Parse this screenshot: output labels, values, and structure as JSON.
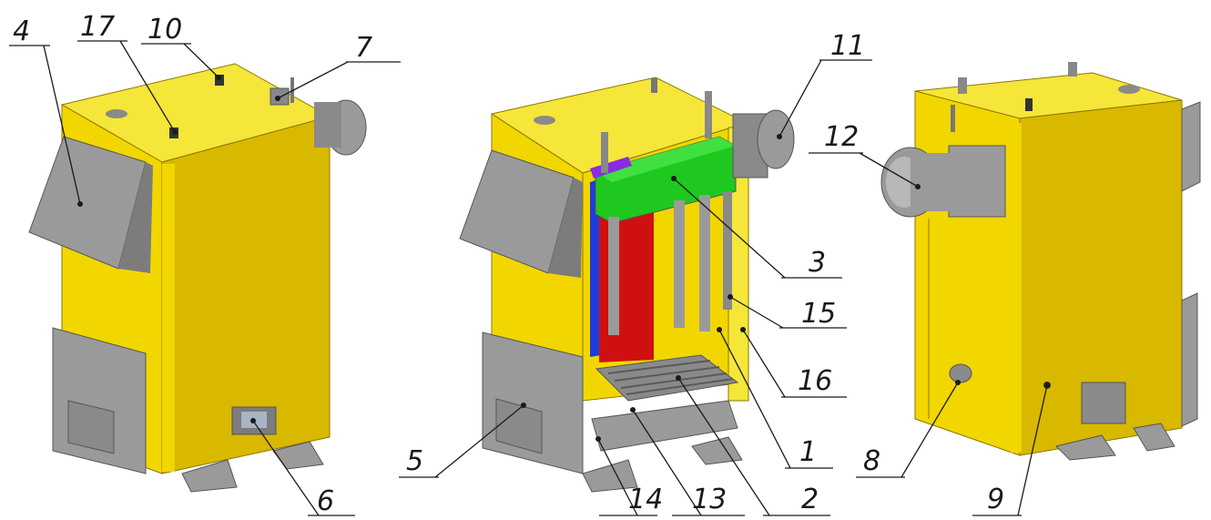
{
  "figure": {
    "callouts": [
      {
        "id": "c4",
        "label": "4"
      },
      {
        "id": "c17",
        "label": "17"
      },
      {
        "id": "c10",
        "label": "10"
      },
      {
        "id": "c7",
        "label": "7"
      },
      {
        "id": "c6",
        "label": "6"
      },
      {
        "id": "c11",
        "label": "11"
      },
      {
        "id": "c3",
        "label": "3"
      },
      {
        "id": "c15",
        "label": "15"
      },
      {
        "id": "c16",
        "label": "16"
      },
      {
        "id": "c1",
        "label": "1"
      },
      {
        "id": "c2",
        "label": "2"
      },
      {
        "id": "c13",
        "label": "13"
      },
      {
        "id": "c14",
        "label": "14"
      },
      {
        "id": "c5",
        "label": "5"
      },
      {
        "id": "c12",
        "label": "12"
      },
      {
        "id": "c8",
        "label": "8"
      },
      {
        "id": "c9",
        "label": "9"
      }
    ],
    "colors": {
      "body": "#f2d600",
      "body_side": "#d4b000",
      "body_top": "#f6e63a",
      "steel": "#9a9a9a",
      "steel_dark": "#7c7c7c",
      "heat_exchanger": "#1ec81e",
      "firebox_wall": "#d01010",
      "water_jacket_inner": "#1e3cdc",
      "gasket": "#8a2be2"
    }
  }
}
